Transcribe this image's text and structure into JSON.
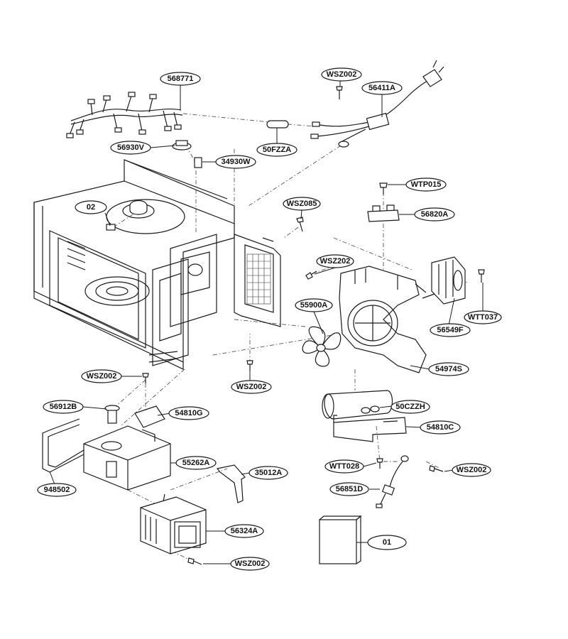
{
  "callouts": {
    "c568771": "568771",
    "cWSZ002_top": "WSZ002",
    "c56411A": "56411A",
    "c56930V": "56930V",
    "c50FZZA": "50FZZA",
    "c34930W": "34930W",
    "c02": "02",
    "cWSZ085": "WSZ085",
    "cWTP015": "WTP015",
    "c56820A": "56820A",
    "cWSZ202": "WSZ202",
    "c55900A": "55900A",
    "cWTT037": "WTT037",
    "c56549F": "56549F",
    "c54974S": "54974S",
    "cWSZ002_left": "WSZ002",
    "cWSZ002_mid": "WSZ002",
    "c50CZZH": "50CZZH",
    "c54810C": "54810C",
    "c56912B": "56912B",
    "c54810G": "54810G",
    "c55262A": "55262A",
    "c35012A": "35012A",
    "cWTT028": "WTT028",
    "cWSZ002_right": "WSZ002",
    "c56851D": "56851D",
    "c948502": "948502",
    "c56324A": "56324A",
    "c01": "01",
    "cWSZ002_bottom": "WSZ002"
  }
}
